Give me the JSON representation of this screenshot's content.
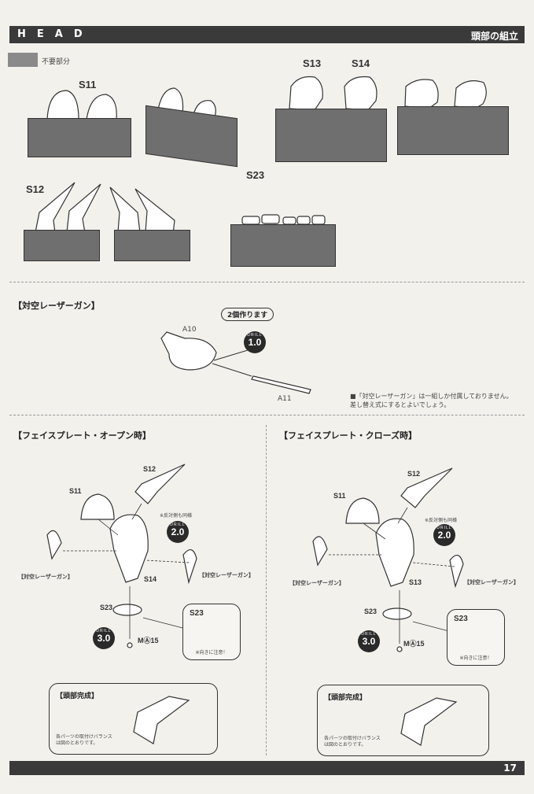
{
  "header": {
    "title": "HEAD",
    "subtitle": "頭部の組立"
  },
  "legend": {
    "label": "不要部分",
    "color": "#7a7a7a"
  },
  "top_parts": {
    "s11": "S11",
    "s13": "S13",
    "s14": "S14",
    "s12": "S12",
    "s23": "S23"
  },
  "laser_gun": {
    "title": "【対空レーザーガン】",
    "badge": "2個作ります",
    "part_a10": "A10",
    "part_a11": "A11",
    "drill": {
      "label": "DRILL",
      "value": "1.0"
    },
    "note_line1": "■「対空レーザーガン」は一組しか付属しておりません。",
    "note_line2": "差し替え式にするとよいでしょう。"
  },
  "open": {
    "title": "【フェイスプレート・オープン時】",
    "s12": "S12",
    "s11": "S11",
    "face": "S14",
    "s23": "S23",
    "same_note": "※反対側も同様",
    "drill_top": {
      "label": "DRILL",
      "value": "2.0"
    },
    "drill_bottom": {
      "label": "DRILL",
      "value": "3.0"
    },
    "gun_left": "【対空レーザーガン】",
    "gun_right": "【対空レーザーガン】",
    "screw": "MⒶ15",
    "detail": {
      "label": "S23",
      "note": "※向きに注意！"
    },
    "complete": {
      "title": "【頭部完成】",
      "text1": "各パーツの取付けバランス",
      "text2": "は図のとおりです。"
    }
  },
  "close": {
    "title": "【フェイスプレート・クローズ時】",
    "s12": "S12",
    "s11": "S11",
    "face": "S13",
    "s23": "S23",
    "same_note": "※反対側も同様",
    "drill_top": {
      "label": "DRILL",
      "value": "2.0"
    },
    "drill_bottom": {
      "label": "DRILL",
      "value": "3.0"
    },
    "gun_left": "【対空レーザーガン】",
    "gun_right": "【対空レーザーガン】",
    "screw": "MⒶ15",
    "detail": {
      "label": "S23",
      "note": "※向きに注意！"
    },
    "complete": {
      "title": "【頭部完成】",
      "text1": "各パーツの取付けバランス",
      "text2": "は図のとおりです。"
    }
  },
  "footer": {
    "page_number": "17"
  }
}
